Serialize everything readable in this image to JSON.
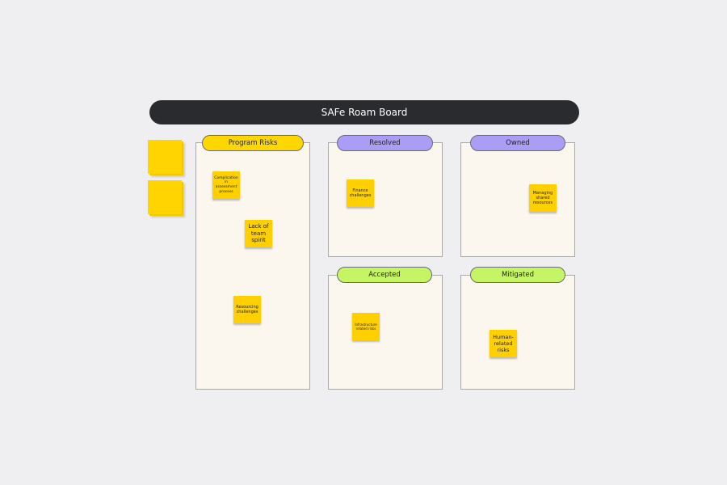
{
  "board": {
    "title": "SAFe Roam Board"
  },
  "colors": {
    "program": "#ffd700",
    "resolved": "#a99df6",
    "owned": "#a99df6",
    "accepted": "#c5f565",
    "mitigated": "#c5f565",
    "note": "#ffd000",
    "title_bar": "#2a2b2e"
  },
  "columns": [
    {
      "label": "Program Risks",
      "notes": [
        "Complication in assessment process",
        "Lack of team spirit",
        "Resourcing challenges"
      ]
    },
    {
      "label": "Resolved",
      "notes": [
        "Finance challenges"
      ]
    },
    {
      "label": "Owned",
      "notes": [
        "Managing shared resources"
      ]
    },
    {
      "label": "Accepted",
      "notes": [
        "Infrastructure related risks"
      ]
    },
    {
      "label": "Mitigated",
      "notes": [
        "Human-related risks"
      ]
    }
  ]
}
